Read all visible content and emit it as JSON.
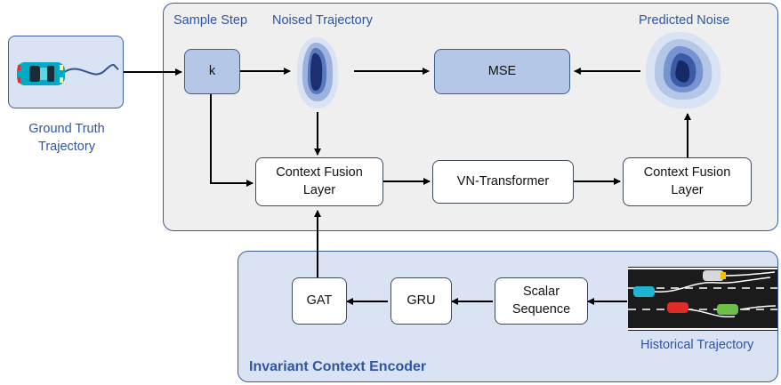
{
  "labels": {
    "sample_step": "Sample Step",
    "noised_trajectory": "Noised Trajectory",
    "predicted_noise": "Predicted Noise",
    "ground_truth": "Ground Truth\nTrajectory",
    "historical_trajectory": "Historical Trajectory",
    "encoder_title": "Invariant Context Encoder"
  },
  "boxes": {
    "k": "k",
    "mse": "MSE",
    "cfl_left": "Context Fusion\nLayer",
    "vn_transformer": "VN-Transformer",
    "cfl_right": "Context Fusion\nLayer",
    "gat": "GAT",
    "gru": "GRU",
    "scalar_sequence": "Scalar\nSequence"
  },
  "colors": {
    "panel_fill": "#efeff0",
    "encoder_fill": "#dae3f3",
    "accent_box": "#b4c7e7",
    "label_blue": "#2f55a4"
  },
  "icons": {
    "car": "car-icon",
    "noise_blob": "noise-contour-icon",
    "road": "road-scene-icon"
  }
}
